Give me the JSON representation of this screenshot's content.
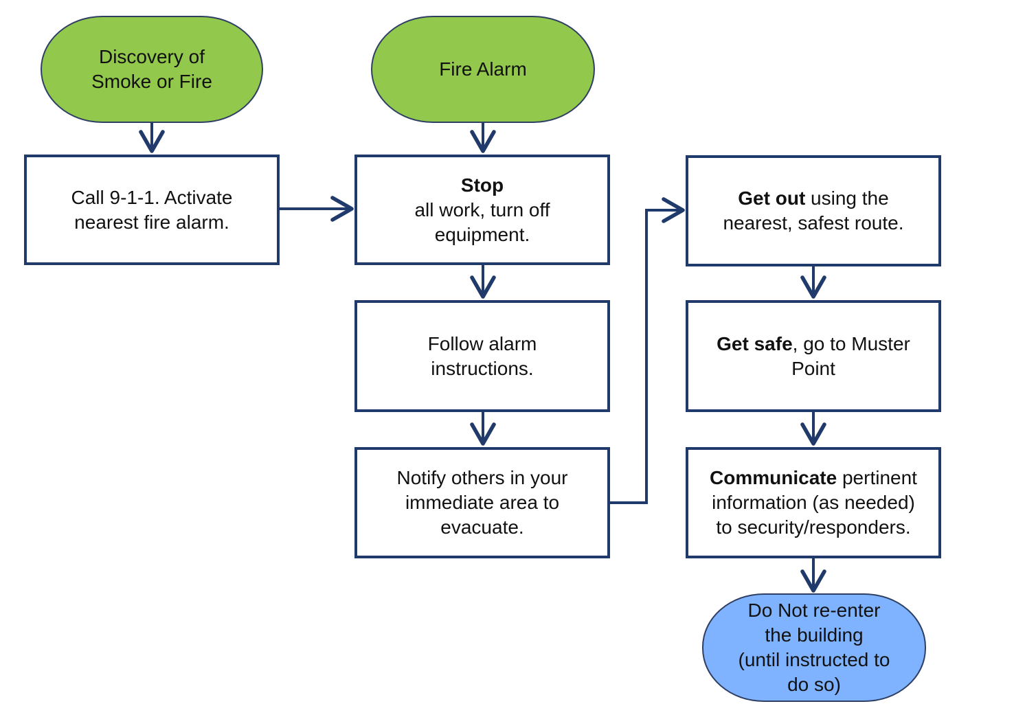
{
  "nodes": {
    "discovery": {
      "lines": [
        "Discovery of",
        "Smoke or Fire"
      ]
    },
    "fire_alarm": {
      "lines": [
        "Fire Alarm"
      ]
    },
    "call_911": {
      "lines": [
        "Call 9-1-1. Activate",
        "nearest fire alarm."
      ]
    },
    "stop": {
      "heading": "Stop",
      "lines": [
        "all work, turn off",
        "equipment."
      ]
    },
    "follow": {
      "lines": [
        "Follow alarm",
        "instructions."
      ]
    },
    "notify": {
      "lines": [
        "Notify others in your",
        "immediate area to",
        "evacuate."
      ]
    },
    "get_out": {
      "bold": "Get out",
      "rest": " using the",
      "line2": "nearest, safest route."
    },
    "get_safe": {
      "bold": "Get safe",
      "rest": ", go to Muster",
      "line2": "Point"
    },
    "communicate": {
      "bold": "Communicate",
      "rest": " pertinent",
      "line2": "information (as needed)",
      "line3": "to security/responders."
    },
    "do_not_reenter": {
      "lines": [
        "Do Not re-enter",
        "the building",
        "(until instructed to",
        "do so)"
      ]
    }
  },
  "colors": {
    "start_terminal": "#92c84c",
    "end_terminal": "#7fb3ff",
    "connector": "#1f3a6b",
    "box_border": "#1f3a6b"
  }
}
